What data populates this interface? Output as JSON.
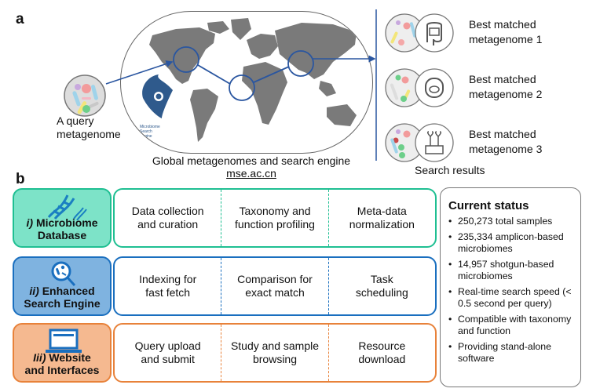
{
  "panel_a": {
    "letter": "a",
    "query_label_line1": "A query",
    "query_label_line2": "metagenome",
    "world_caption": "Global metagenomes and search engine",
    "world_link": "mse.ac.cn",
    "logo_text_line1": "Microbiome",
    "logo_text_line2": "Search",
    "logo_text_line3": "Engine",
    "results_caption": "Search results",
    "results": [
      {
        "line1": "Best matched",
        "line2": "metagenome 1",
        "icon": "intestine-icon"
      },
      {
        "line1": "Best matched",
        "line2": "metagenome 2",
        "icon": "mouth-icon"
      },
      {
        "line1": "Best matched",
        "line2": "metagenome 3",
        "icon": "soil-plant-icon"
      }
    ]
  },
  "panel_b": {
    "letter": "b",
    "rows": [
      {
        "prefix": "i)",
        "title_line1": "Microbiome",
        "title_line2": "Database",
        "icon": "dna-icon",
        "fill": "#7de3c8",
        "border": "#1fbf92",
        "cells": [
          {
            "line1": "Data collection",
            "line2": "and curation"
          },
          {
            "line1": "Taxonomy and",
            "line2": "function profiling"
          },
          {
            "line1": "Meta-data",
            "line2": "normalization"
          }
        ]
      },
      {
        "prefix": "ii)",
        "title_line1": "Enhanced",
        "title_line2": "Search Engine",
        "icon": "magnifier-icon",
        "fill": "#7fb3e0",
        "border": "#1a6fbf",
        "cells": [
          {
            "line1": "Indexing for",
            "line2": "fast fetch"
          },
          {
            "line1": "Comparison for",
            "line2": "exact match"
          },
          {
            "line1": "Task",
            "line2": "scheduling"
          }
        ]
      },
      {
        "prefix": "Iii)",
        "title_line1": "Website",
        "title_line2": "and Interfaces",
        "icon": "laptop-icon",
        "fill": "#f5b990",
        "border": "#e8823a",
        "cells": [
          {
            "line1": "Query upload",
            "line2": "and submit"
          },
          {
            "line1": "Study and sample",
            "line2": "browsing"
          },
          {
            "line1": "Resource",
            "line2": "download"
          }
        ]
      }
    ],
    "status": {
      "title": "Current status",
      "items": [
        "250,273 total samples",
        "235,334 amplicon-based microbiomes",
        "14,957 shotgun-based microbiomes",
        "Real-time search speed (< 0.5 second per query)",
        "Compatible with taxonomy and function",
        "Providing stand-alone software"
      ]
    }
  },
  "colors": {
    "arrow_blue": "#2a56a0",
    "map_gray": "#7a7a7a",
    "logo_blue": "#2f5a8c"
  }
}
